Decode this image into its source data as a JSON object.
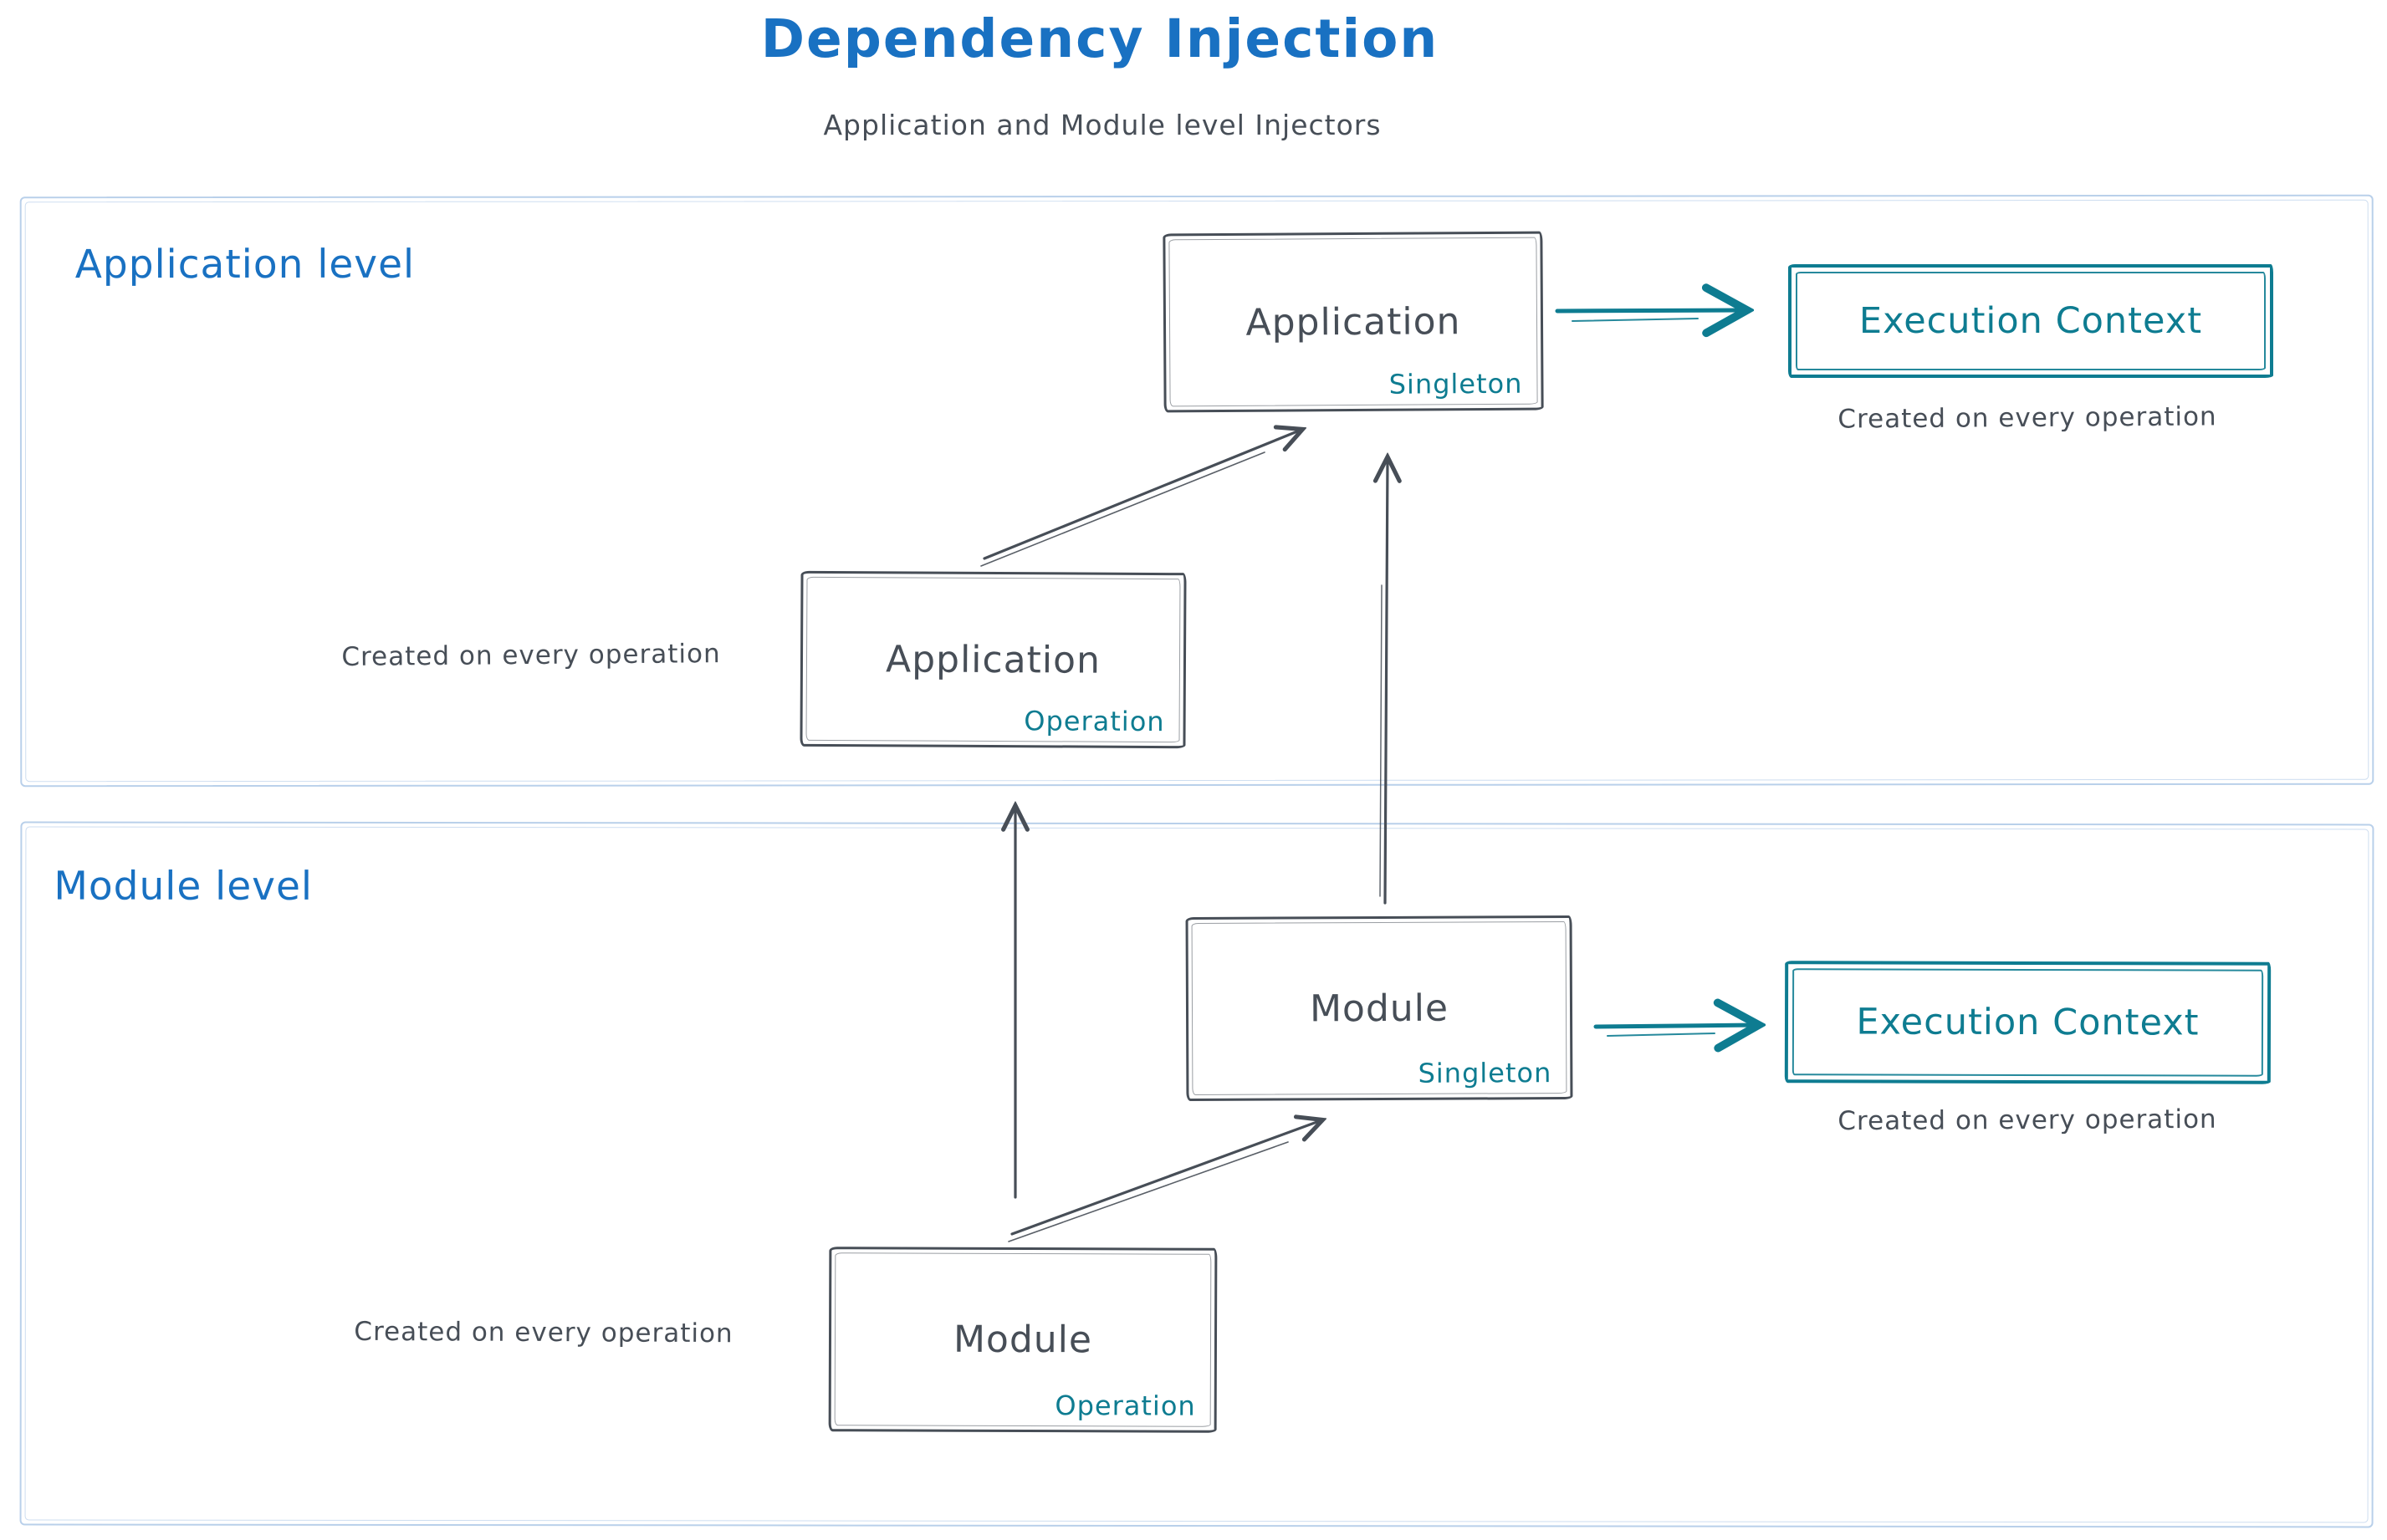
{
  "title": "Dependency Injection",
  "subtitle": "Application and Module level Injectors",
  "colors": {
    "blue": "#1971c2",
    "teal": "#0e7c91",
    "dark": "#474e57",
    "container_border": "#b9d0ea"
  },
  "sections": {
    "application": {
      "label": "Application level"
    },
    "module": {
      "label": "Module level"
    }
  },
  "nodes": {
    "app_singleton": {
      "title": "Application",
      "badge": "Singleton"
    },
    "app_operation": {
      "title": "Application",
      "badge": "Operation"
    },
    "module_singleton": {
      "title": "Module",
      "badge": "Singleton"
    },
    "module_operation": {
      "title": "Module",
      "badge": "Operation"
    },
    "exec_app": {
      "title": "Execution Context"
    },
    "exec_module": {
      "title": "Execution Context"
    }
  },
  "captions": {
    "exec_app": "Created on every operation",
    "exec_module": "Created on every operation",
    "app_operation": "Created on every operation",
    "module_operation": "Created on every operation"
  }
}
